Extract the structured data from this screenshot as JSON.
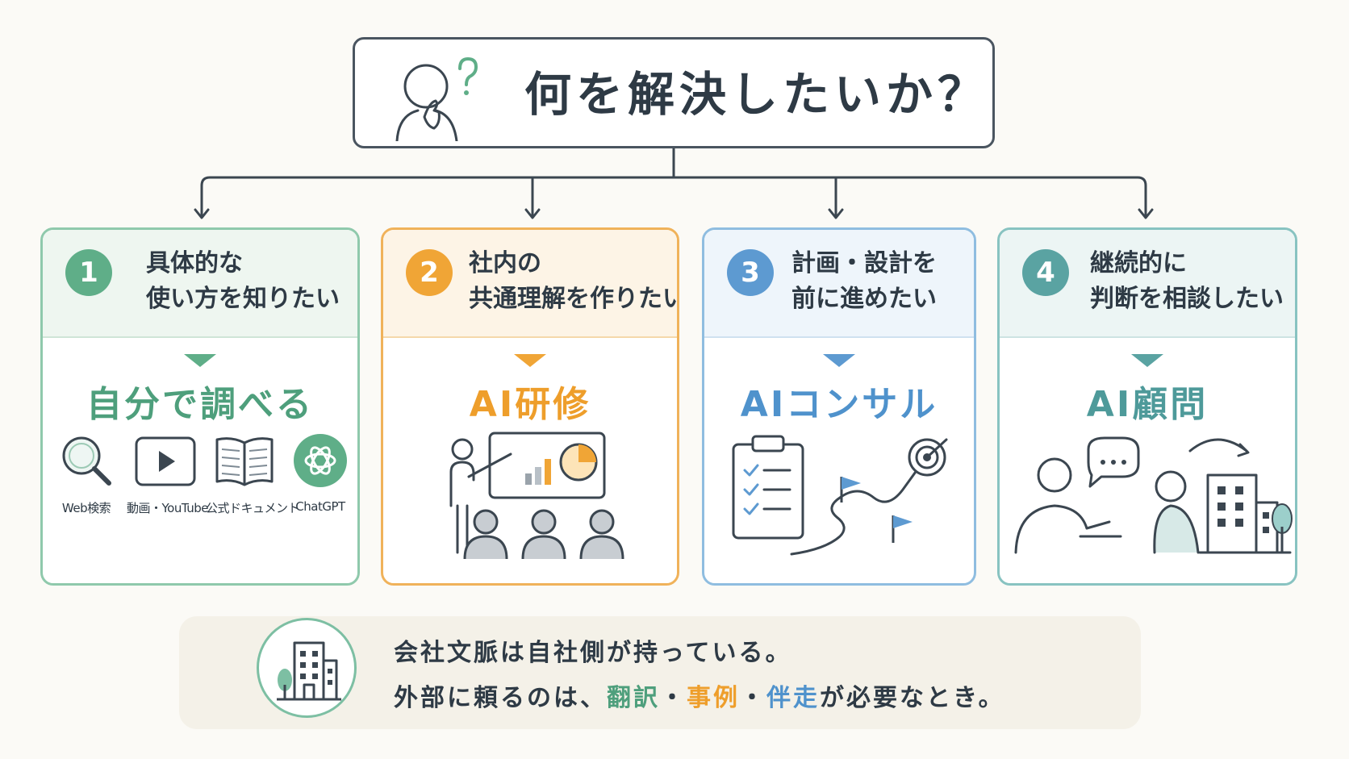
{
  "header": {
    "title": "何を解決したいか？"
  },
  "cards": [
    {
      "number": "1",
      "question_line1": "具体的な",
      "question_line2": "使い方を知りたい",
      "answer": "自分で調べる",
      "tools": [
        {
          "label": "Web検索",
          "icon": "search-icon"
        },
        {
          "label": "動画・YouTube",
          "icon": "video-play-icon"
        },
        {
          "label": "公式ドキュメント",
          "icon": "open-book-icon"
        },
        {
          "label": "ChatGPT",
          "icon": "chatgpt-logo-icon"
        }
      ]
    },
    {
      "number": "2",
      "question_line1": "社内の",
      "question_line2": "共通理解を作りたい",
      "answer": "AI研修",
      "icon": "presentation-training-icon"
    },
    {
      "number": "3",
      "question_line1": "計画・設計を",
      "question_line2": "前に進めたい",
      "answer": "AIコンサル",
      "icon": "plan-roadmap-target-icon"
    },
    {
      "number": "4",
      "question_line1": "継続的に",
      "question_line2": "判断を相談したい",
      "answer": "AI顧問",
      "icon": "advisor-conversation-icon"
    }
  ],
  "footer": {
    "line1": "会社文脈は自社側が持っている。",
    "line2_prefix": "外部に頼るのは、",
    "keyword1": "翻訳",
    "separator1": "・",
    "keyword2": "事例",
    "separator2": "・",
    "keyword3": "伴走",
    "line2_suffix": "が必要なとき。",
    "icon": "building-icon"
  },
  "colors": {
    "green": "#5fae88",
    "orange": "#f0a536",
    "blue": "#5d9ad1",
    "teal": "#5aa3a2",
    "dark": "#2e3a45",
    "background": "#fbfaf6"
  }
}
